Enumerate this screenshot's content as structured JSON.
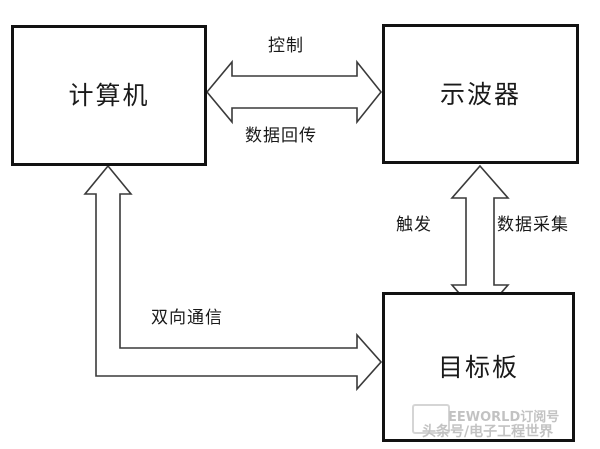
{
  "diagram": {
    "type": "block-diagram",
    "title": "",
    "nodes": [
      {
        "id": "computer",
        "label": "计算机"
      },
      {
        "id": "oscilloscope",
        "label": "示波器"
      },
      {
        "id": "target_board",
        "label": "目标板"
      }
    ],
    "edges": [
      {
        "id": "computer-oscilloscope",
        "from": "computer",
        "to": "oscilloscope",
        "direction": "bidirectional",
        "style": "hollow-double-arrow-horizontal",
        "label_top": "控制",
        "label_bottom": "数据回传"
      },
      {
        "id": "oscilloscope-target",
        "from": "oscilloscope",
        "to": "target_board",
        "direction": "bidirectional",
        "style": "hollow-double-arrow-vertical",
        "label_left": "触发",
        "label_right": "数据采集"
      },
      {
        "id": "computer-target",
        "from": "computer",
        "to": "target_board",
        "direction": "bidirectional",
        "style": "hollow-double-arrow-elbow",
        "label": "双向通信"
      }
    ],
    "colors": {
      "stroke": "#121212",
      "arrow_stroke": "#3a3a3a",
      "fill": "#ffffff",
      "text": "#1a1a1a"
    }
  },
  "watermark": {
    "line1": "EEWORLD订阅号",
    "line2": "头条号/电子工程世界",
    "logo": "eeworld-logo"
  }
}
